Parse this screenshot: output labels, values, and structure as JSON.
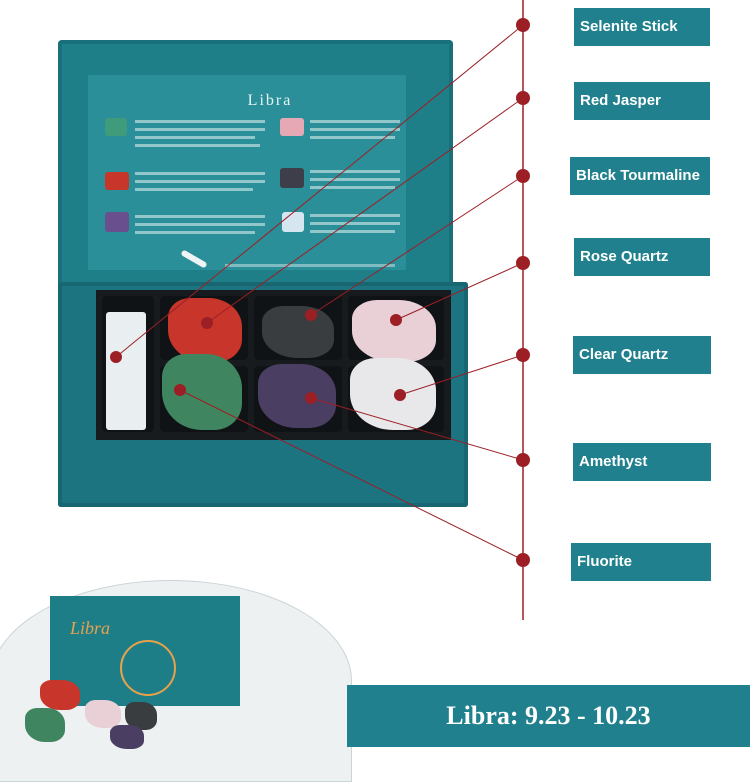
{
  "box": {
    "lid_title": "Libra",
    "inset_title": "Libra"
  },
  "stones": [
    {
      "name": "Selenite Stick",
      "color": "#e9eef0"
    },
    {
      "name": "Red Jasper",
      "color": "#c8352a"
    },
    {
      "name": "Black Tourmaline",
      "color": "#3a3d3f"
    },
    {
      "name": "Rose Quartz",
      "color": "#e9cfd6"
    },
    {
      "name": "Clear Quartz",
      "color": "#e8e8ea"
    },
    {
      "name": "Amethyst",
      "color": "#4b3e63"
    },
    {
      "name": "Fluorite",
      "color": "#3f8660"
    }
  ],
  "banner": {
    "text": "Libra: 9.23 - 10.23"
  },
  "colors": {
    "label_bg": "#20808d",
    "callout_line": "#9c1f26",
    "callout_dot": "#9c1f26"
  }
}
